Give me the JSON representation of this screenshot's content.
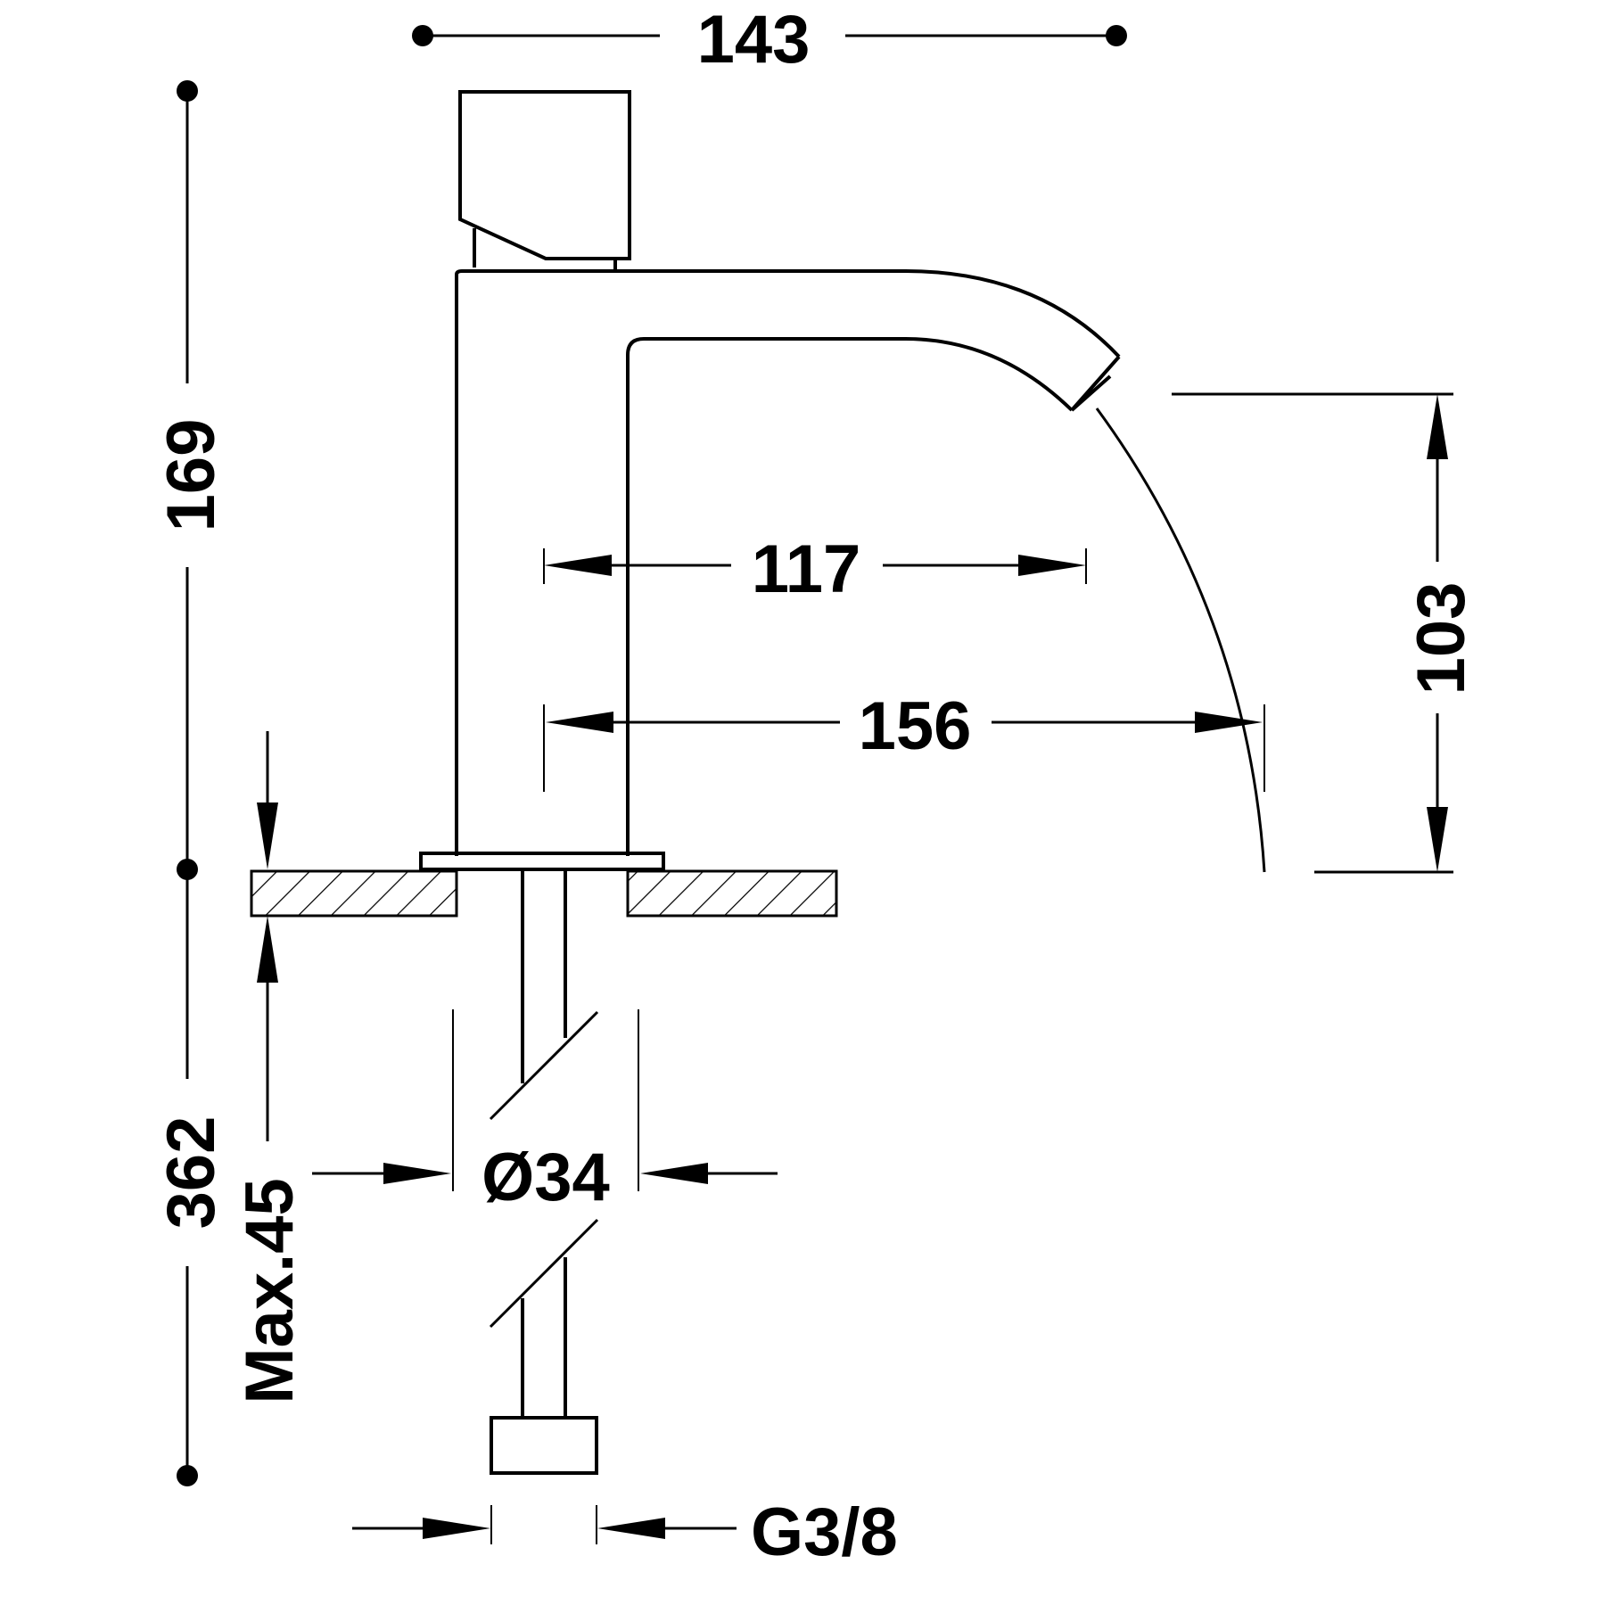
{
  "dimensions": {
    "width_total": "143",
    "height_total": "169",
    "depth_total": "362",
    "deck_thickness": "Max.45",
    "spout_height": "103",
    "spout_reach_inner": "117",
    "spout_reach_outer": "156",
    "hole_diameter": "Ø34",
    "connection_thread": "G3/8"
  }
}
